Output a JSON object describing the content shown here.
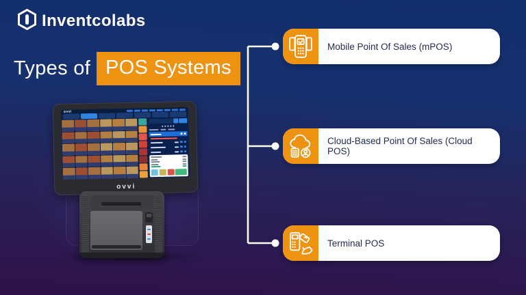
{
  "brand": {
    "name": "Inventcolabs",
    "logo_icon": "hexagon-i-icon"
  },
  "title": {
    "prefix": "Types of",
    "highlight": "POS Systems"
  },
  "items": [
    {
      "id": "mpos",
      "icon": "mpos-icon",
      "label": "Mobile Point Of Sales (mPOS)"
    },
    {
      "id": "cloud-pos",
      "icon": "cloud-pos-icon",
      "label": "Cloud-Based Point Of Sales (Cloud POS)"
    },
    {
      "id": "terminal-pos",
      "icon": "terminal-pos-icon",
      "label": "Terminal POS"
    }
  ],
  "device": {
    "monitor_brand": "ovvi",
    "screen": {
      "navbar_brand": "ovvi",
      "tile_rows": 5,
      "tile_cols": 6,
      "tile_colors": [
        "#a5703f",
        "#c98b4e",
        "#8a5a2e",
        "#b9975d",
        "#6e7f3c",
        "#c46a3a",
        "#9e4f33",
        "#d8b06a",
        "#7a4a26",
        "#b5803f",
        "#8f6a3a",
        "#caa055"
      ],
      "tile_label_color": "#2e3c70",
      "filter_color": "#1a3a74",
      "active_filter_color": "#2f85e0",
      "category_colors": [
        "#3aa79b",
        "#e8923a",
        "#e2574c",
        "#cf4436",
        "#a93636",
        "#8e2f2f",
        "#e8833a",
        "#eaa33b"
      ],
      "receipt_buttons": [
        "#6fc3e0",
        "#c9b458",
        "#d9534f",
        "#43b97f"
      ]
    }
  },
  "colors": {
    "accent_orange": "#ee9211",
    "card_bg": "#ffffff",
    "card_text": "#232a52",
    "connector_white": "#ffffff",
    "bg_top": "#12306d",
    "bg_bottom": "#2e1047"
  }
}
